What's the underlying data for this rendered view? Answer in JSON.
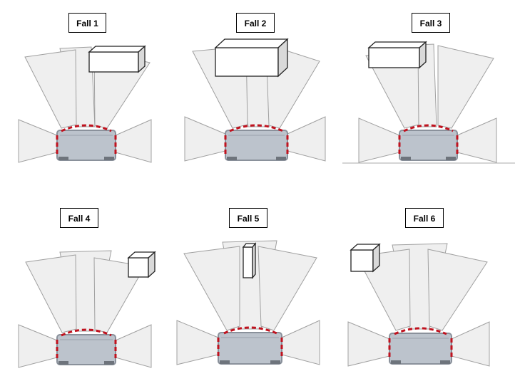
{
  "cases": [
    {
      "label": "Fall 1",
      "box_shape": "wide"
    },
    {
      "label": "Fall 2",
      "box_shape": "large"
    },
    {
      "label": "Fall 3",
      "box_shape": "wide"
    },
    {
      "label": "Fall 4",
      "box_shape": "small-cube"
    },
    {
      "label": "Fall 5",
      "box_shape": "tall-thin"
    },
    {
      "label": "Fall 6",
      "box_shape": "small-cube"
    }
  ],
  "colors": {
    "sensor_fill": "#efefef",
    "sensor_stroke": "#a0a0a0",
    "vehicle_fill": "#bcc3cc",
    "vehicle_stroke": "#8a919b",
    "bumper_dash": "#c0121e",
    "box_front": "#ffffff",
    "box_side": "#d9d9d9",
    "box_stroke": "#222222"
  }
}
